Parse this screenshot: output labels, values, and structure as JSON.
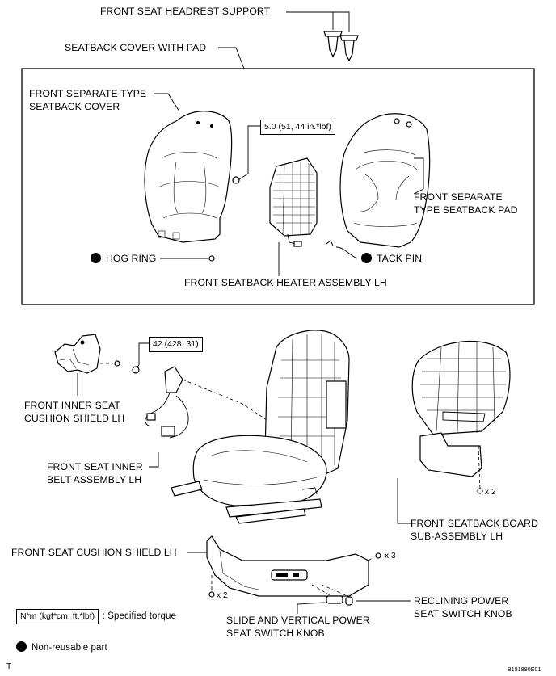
{
  "labels": {
    "headrest_support": "FRONT SEAT HEADREST SUPPORT",
    "seatback_cover_with_pad": "SEATBACK COVER WITH PAD",
    "separate_seatback_cover_line1": "FRONT SEPARATE TYPE",
    "separate_seatback_cover_line2": "SEATBACK COVER",
    "separate_seatback_pad_line1": "FRONT SEPARATE",
    "separate_seatback_pad_line2": "TYPE SEATBACK PAD",
    "hog_ring": "HOG RING",
    "tack_pin": "TACK PIN",
    "heater_assembly": "FRONT SEATBACK HEATER ASSEMBLY LH",
    "inner_cushion_shield_line1": "FRONT INNER SEAT",
    "inner_cushion_shield_line2": "CUSHION SHIELD LH",
    "inner_belt_line1": "FRONT SEAT INNER",
    "inner_belt_line2": "BELT ASSEMBLY LH",
    "seatback_board_line1": "FRONT SEATBACK BOARD",
    "seatback_board_line2": "SUB-ASSEMBLY LH",
    "cushion_shield": "FRONT SEAT CUSHION SHIELD LH",
    "reclining_knob_line1": "RECLINING POWER",
    "reclining_knob_line2": "SEAT SWITCH KNOB",
    "slide_knob_line1": "SLIDE AND VERTICAL POWER",
    "slide_knob_line2": "SEAT SWITCH KNOB"
  },
  "torques": {
    "heater": "5.0 (51, 44 in.*lbf)",
    "belt": "42 (428, 31)"
  },
  "quantities": {
    "board_screws": "x 2",
    "shield_screws_right": "x 3",
    "shield_screws_left": "x 2"
  },
  "legend": {
    "torque_box": "N*m (kgf*cm, ft.*lbf)",
    "torque_text": ": Specified torque",
    "nonreusable_text": "Non-reusable part"
  },
  "footer": {
    "corner_mark": "T",
    "figure_id": "B181890E01"
  }
}
